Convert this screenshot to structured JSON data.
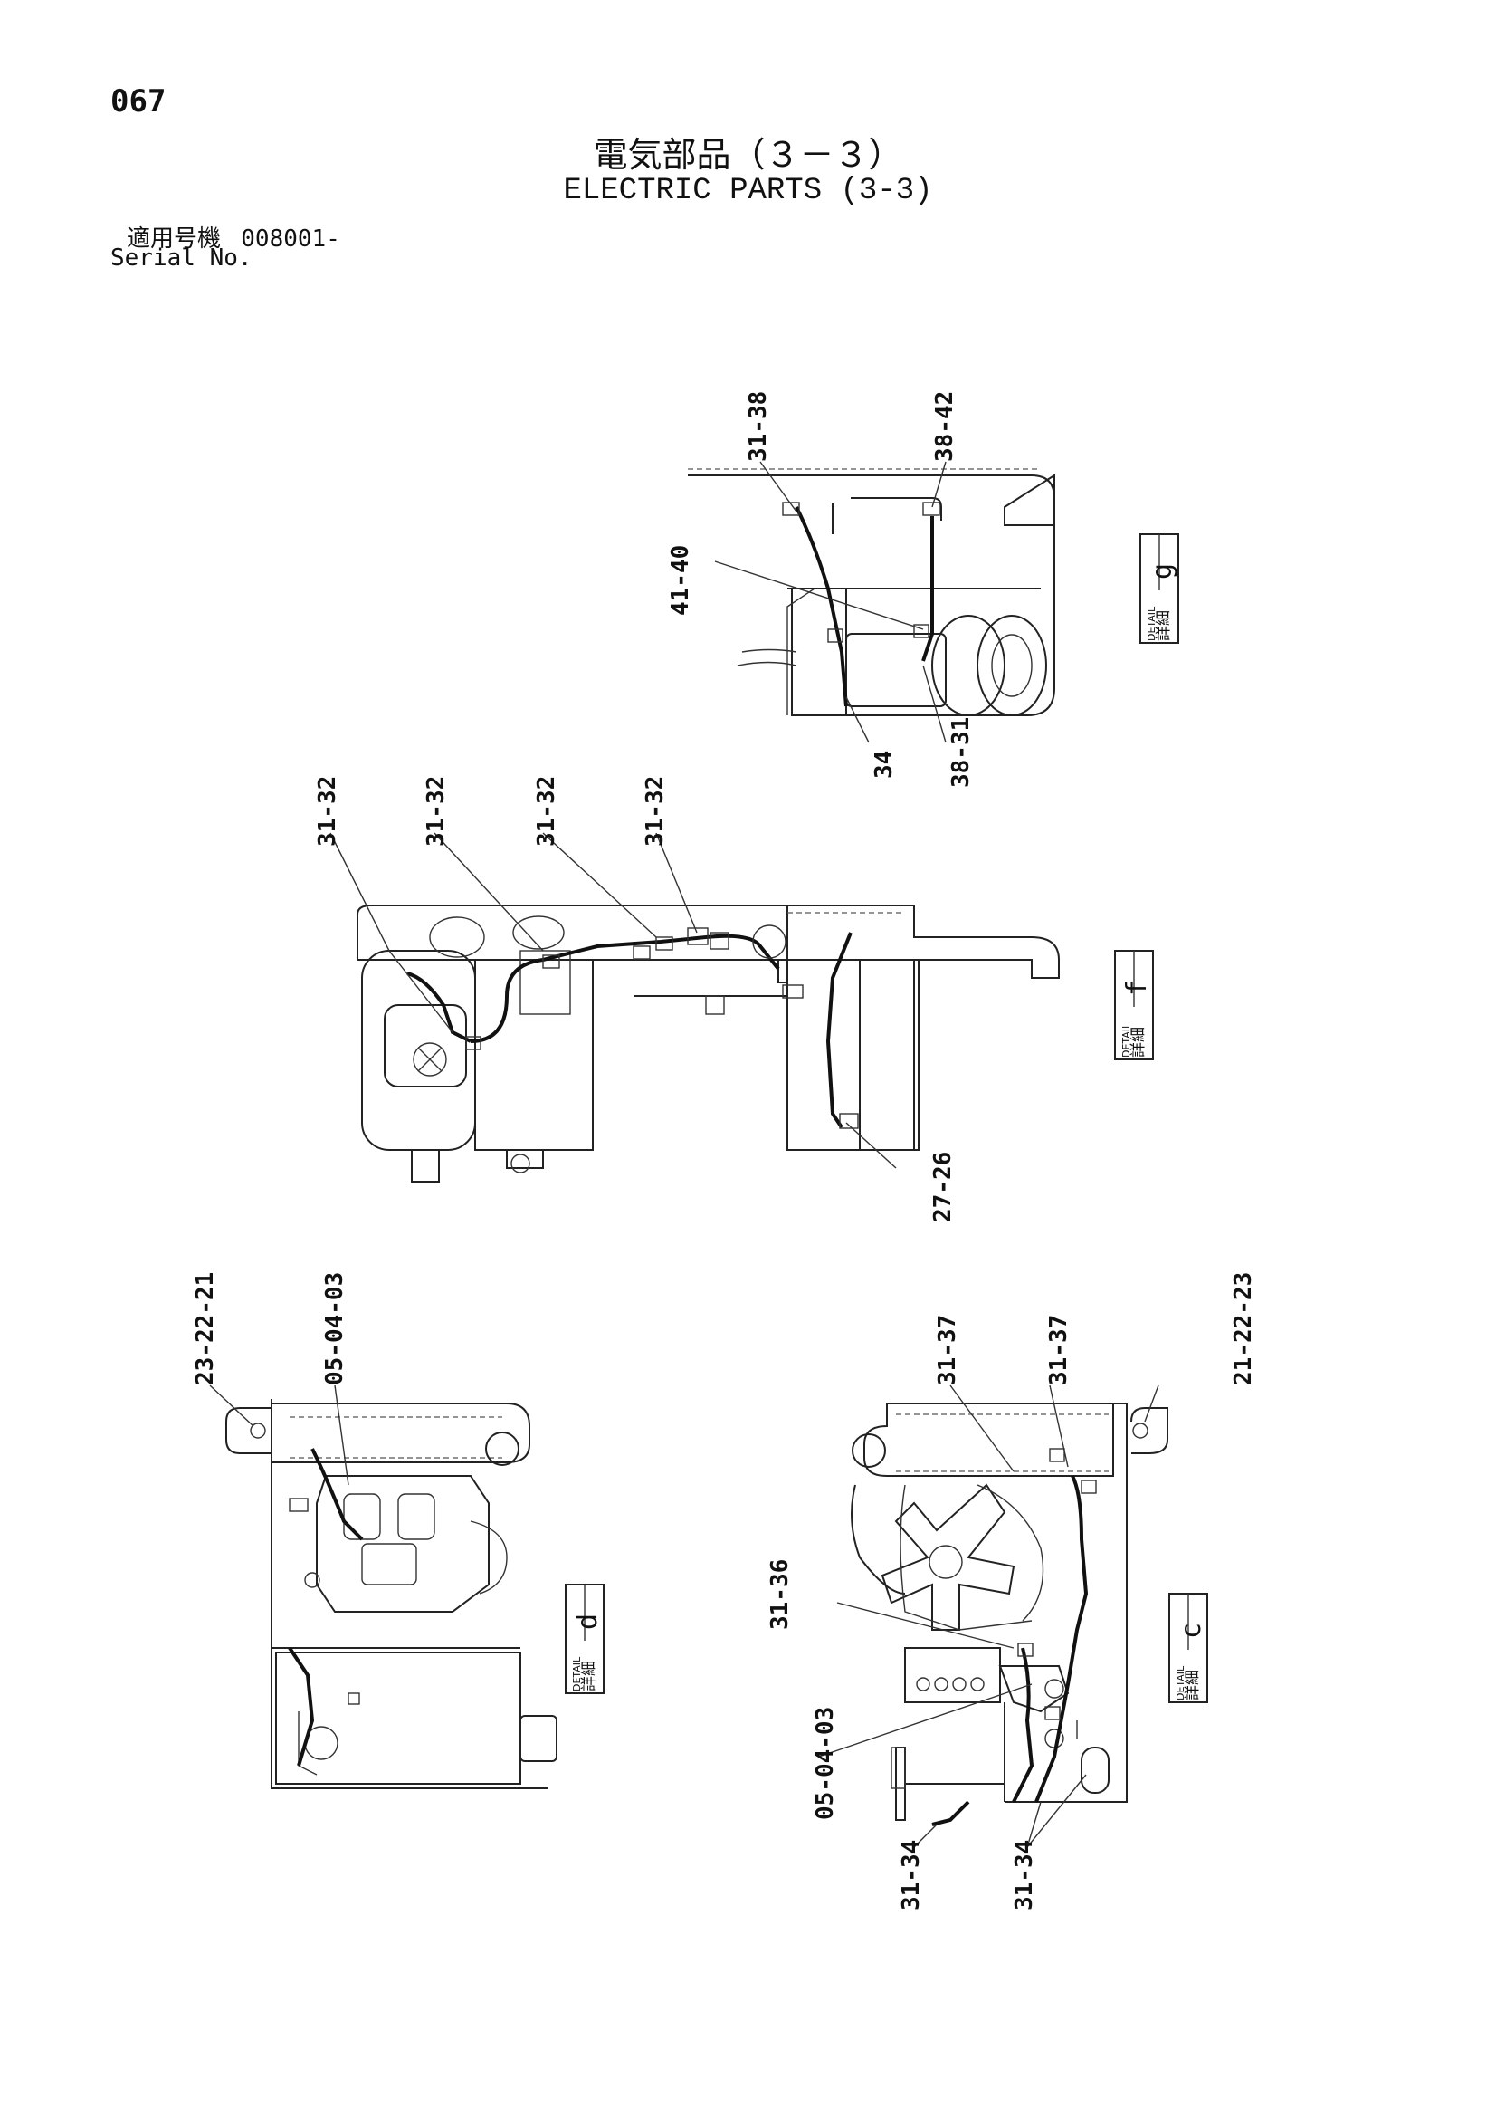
{
  "page_number": "067",
  "title_jp": "電気部品（３－３）",
  "title_en": "ELECTRIC PARTS (3-3)",
  "serial_label_jp": "適用号機",
  "serial_value": "008001-",
  "serial_label_en": "Serial No.",
  "details": [
    {
      "id": "g",
      "label_jp": "詳細",
      "label_en": "DETAIL",
      "letter": "g"
    },
    {
      "id": "f",
      "label_jp": "詳細",
      "label_en": "DETAIL",
      "letter": "f"
    },
    {
      "id": "d",
      "label_jp": "詳細",
      "label_en": "DETAIL",
      "letter": "d"
    },
    {
      "id": "c",
      "label_jp": "詳細",
      "label_en": "DETAIL",
      "letter": "c"
    }
  ],
  "callouts": {
    "g": [
      "31-38",
      "38-42",
      "41-40",
      "34",
      "38-31"
    ],
    "f": [
      "31-32",
      "31-32",
      "31-32",
      "31-32",
      "27-26"
    ],
    "d": [
      "23-22-21",
      "05-04-03"
    ],
    "c": [
      "31-37",
      "31-37",
      "21-22-23",
      "31-36",
      "05-04-03",
      "31-34",
      "31-34"
    ]
  }
}
